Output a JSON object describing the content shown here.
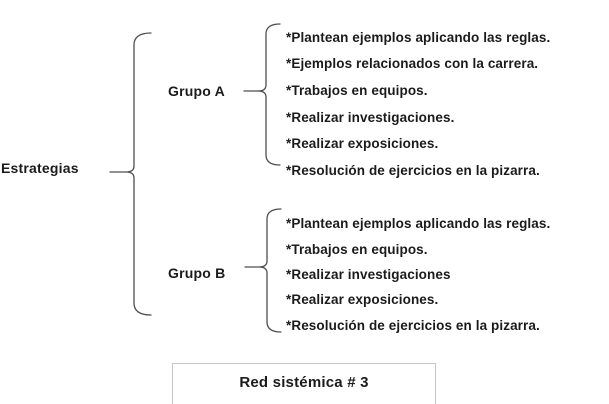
{
  "root_label": "Estrategias",
  "groups": [
    {
      "label": "Grupo A",
      "items": [
        "*Plantean ejemplos aplicando las reglas.",
        "*Ejemplos relacionados con la carrera.",
        "*Trabajos en equipos.",
        "*Realizar investigaciones.",
        "*Realizar exposiciones.",
        "*Resolución de ejercicios en la pizarra."
      ]
    },
    {
      "label": "Grupo B",
      "items": [
        "*Plantean ejemplos aplicando las reglas.",
        "*Trabajos en equipos.",
        "*Realizar investigaciones",
        "*Realizar exposiciones.",
        "*Resolución de ejercicios en la pizarra."
      ]
    }
  ],
  "caption": "Red sistémica # 3",
  "colors": {
    "text": "#1b1b1b",
    "brace": "#4f4f4f",
    "caption_border": "#c6c6c6"
  }
}
